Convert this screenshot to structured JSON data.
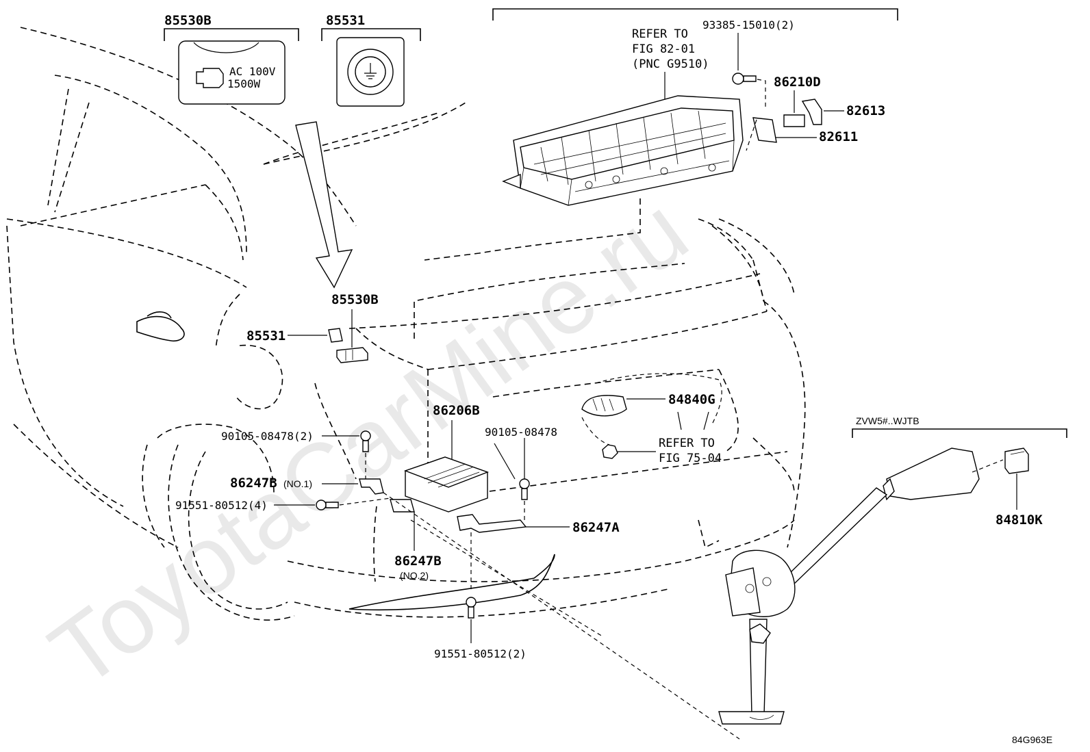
{
  "watermark": "ToyotaCarMine.ru",
  "figure_code": "84G963E",
  "insets": {
    "outlet": {
      "part": "85530B",
      "rating_line1": "AC 100V",
      "rating_line2": "1500W"
    },
    "ground_cap": {
      "part": "85531"
    }
  },
  "battery_section": {
    "refer_line1": "REFER TO",
    "refer_line2": "FIG 82-01",
    "refer_line3": "(PNC G9510)",
    "bolt": "93385-15010(2)",
    "bracket_a": "86210D",
    "bracket_b": "82613",
    "bracket_c": "82611"
  },
  "labels": {
    "outlet_main": "85530B",
    "cap_main": "85531",
    "unit": "86206B",
    "bolt_left": "90105-08478(2)",
    "bolt_right": "90105-08478",
    "bracket_no1": "86247B",
    "bracket_no1_note": "(NO.1)",
    "screw_left": "91551-80512(4)",
    "bracket_no2": "86247B",
    "bracket_no2_note": "(NO.2)",
    "bracket_a": "86247A",
    "screw_bottom": "91551-80512(2)",
    "switch": "84840G",
    "switch_refer1": "REFER TO",
    "switch_refer2": "FIG 75-04"
  },
  "variant": {
    "code": "ZVW5#..WJTB",
    "switch": "84810K"
  }
}
